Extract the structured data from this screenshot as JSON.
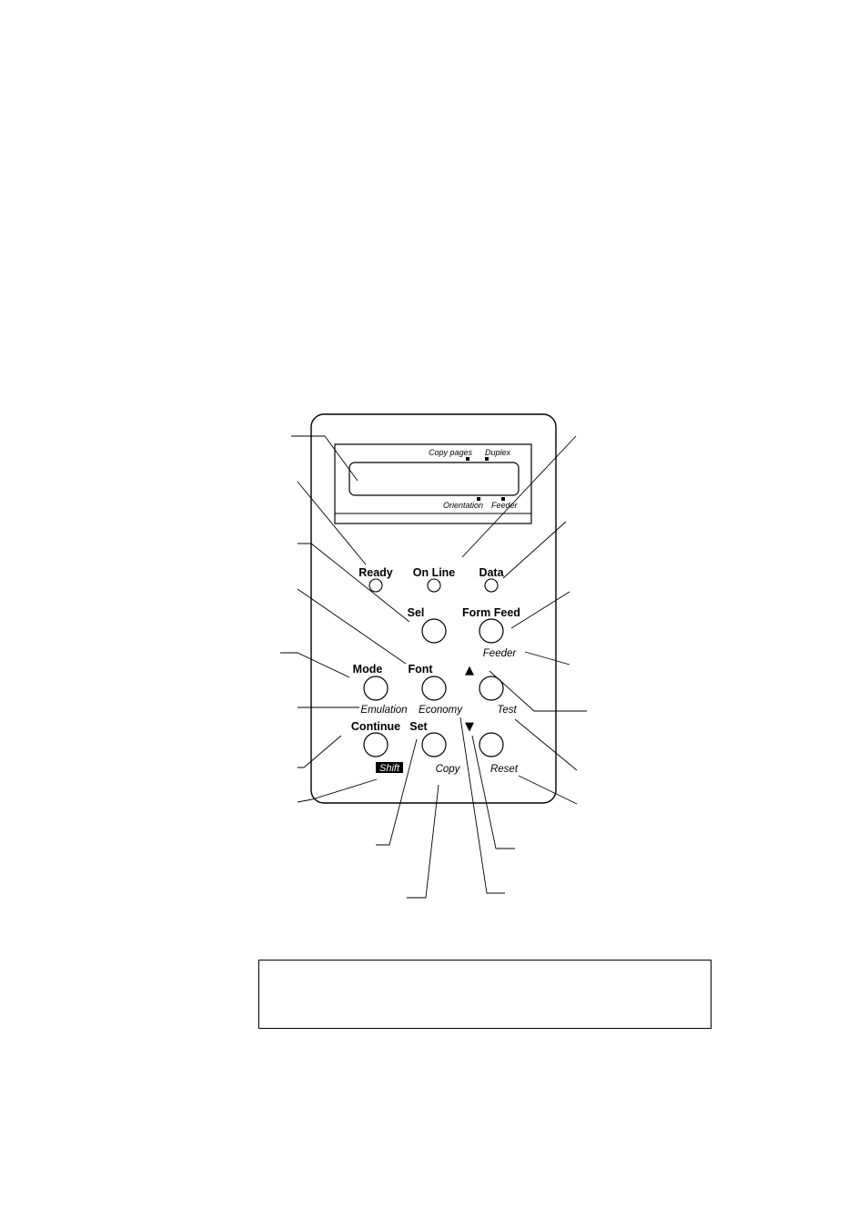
{
  "lcd": {
    "copy_pages": "Copy pages",
    "duplex": "Duplex",
    "orientation": "Orientation",
    "feeder": "Feeder"
  },
  "lamps": {
    "ready": "Ready",
    "on_line": "On Line",
    "data": "Data"
  },
  "buttons": {
    "sel": "Sel",
    "form_feed": "Form Feed",
    "form_feed_shift": "Feeder",
    "mode": "Mode",
    "mode_shift": "Emulation",
    "font": "Font",
    "font_shift": "Economy",
    "up_arrow": "▲",
    "up_shift": "Test",
    "continue": "Continue",
    "continue_shift": "Shift",
    "set": "Set",
    "set_shift": "Copy",
    "down_arrow": "▼",
    "down_shift": "Reset"
  },
  "note": {
    "text": ""
  }
}
